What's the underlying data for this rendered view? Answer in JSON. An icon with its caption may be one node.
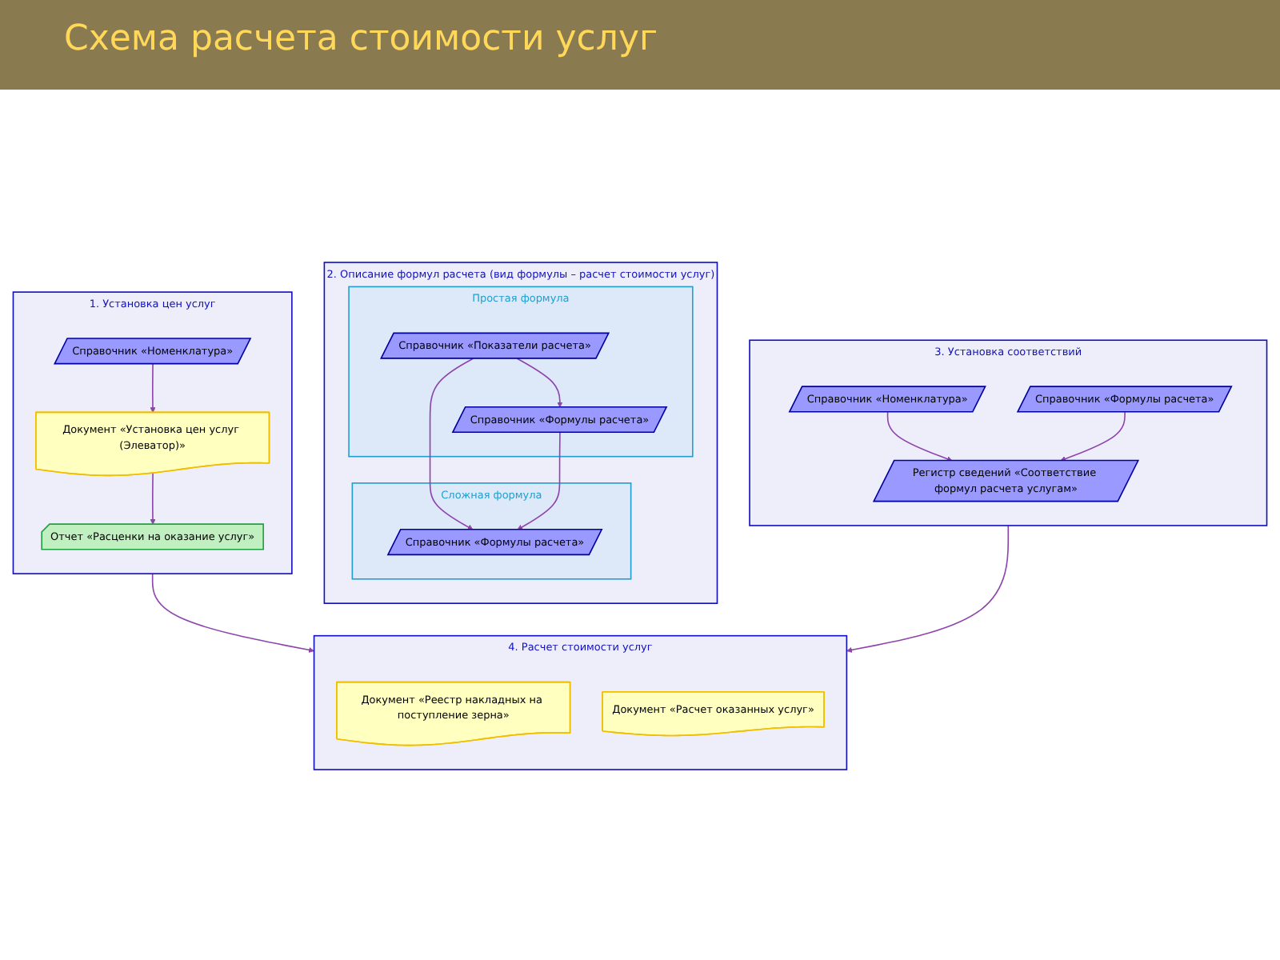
{
  "diagram": {
    "title": "Схема расчета стоимости услуг",
    "nodes": [
      {
        "text": [
          "1. Установка цен услуг"
        ]
      },
      {
        "text": [
          "Справочник «Номенклатура»"
        ],
        "in": 0
      },
      {
        "text": [
          "Документ «Установка цен услуг (Элеватор)»"
        ],
        "in": 0
      },
      {
        "text": [
          "Отчет «Расценки на оказание услуг»"
        ],
        "in": 0
      },
      {
        "text": [
          "2. Описание формул расчета (вид формулы – расчет стоимости услуг)"
        ]
      },
      {
        "text": [
          "Простая формула"
        ],
        "in": 4
      },
      {
        "text": [
          "Справочник «Показатели расчета»"
        ],
        "in": 5
      },
      {
        "text": [
          "Справочник «Формулы расчета»"
        ],
        "in": 5
      },
      {
        "text": [
          "Сложная формула"
        ],
        "in": 4
      },
      {
        "text": [
          "Справочник «Формулы расчета»"
        ],
        "in": 8
      },
      {
        "text": [
          "3. Установка соответствий"
        ]
      },
      {
        "text": [
          "Справочник «Номенклатура»"
        ],
        "in": 10
      },
      {
        "text": [
          "Справочник «Формулы расчета»"
        ],
        "in": 10
      },
      {
        "text": [
          "Регистр сведений «Соответствие формул расчета услугам»"
        ],
        "in": 10
      },
      {
        "text": [
          "4. Расчет стоимости услуг"
        ]
      },
      {
        "text": [
          "Документ «Реестр накладных на поступление зерна»"
        ],
        "in": 14
      },
      {
        "text": [
          "Документ «Расчет оказанных услуг»"
        ],
        "in": 14
      }
    ],
    "edges": [
      {
        "from": 1,
        "to": 2,
        "arrow": "to"
      },
      {
        "from": 2,
        "to": 3,
        "arrow": "to"
      },
      {
        "from": 6,
        "to": 7,
        "arrow": "to"
      },
      {
        "from": 6,
        "to": 9,
        "arrow": "to"
      },
      {
        "from": 7,
        "to": 9,
        "arrow": "to"
      },
      {
        "from": 11,
        "to": 13,
        "arrow": "to"
      },
      {
        "from": 12,
        "to": 13,
        "arrow": "to"
      },
      {
        "from": 0,
        "to": 14,
        "arrow": "to"
      },
      {
        "from": 10,
        "to": 14,
        "arrow": "to"
      }
    ]
  }
}
